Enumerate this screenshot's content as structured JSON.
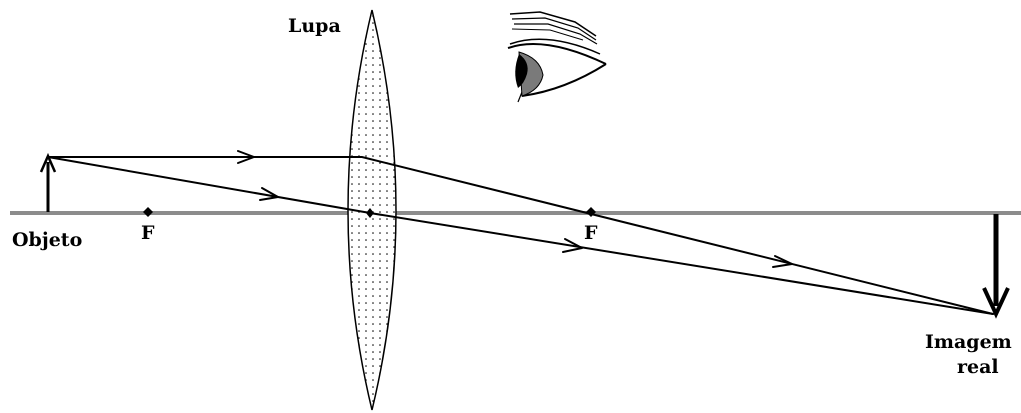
{
  "labels": {
    "lens": "Lupa",
    "object": "Objeto",
    "focus_left": "F",
    "focus_right": "F",
    "image_line1": "Imagem",
    "image_line2": "real"
  },
  "colors": {
    "axis": "#8c8c8c",
    "ink": "#000000",
    "lens_fill": "#ffffff",
    "iris": "#7a7a7a",
    "pupil": "#000000"
  },
  "icons": {
    "eye": "eye-icon",
    "object_arrow": "arrow-up-icon",
    "image_arrow": "arrow-down-icon"
  }
}
